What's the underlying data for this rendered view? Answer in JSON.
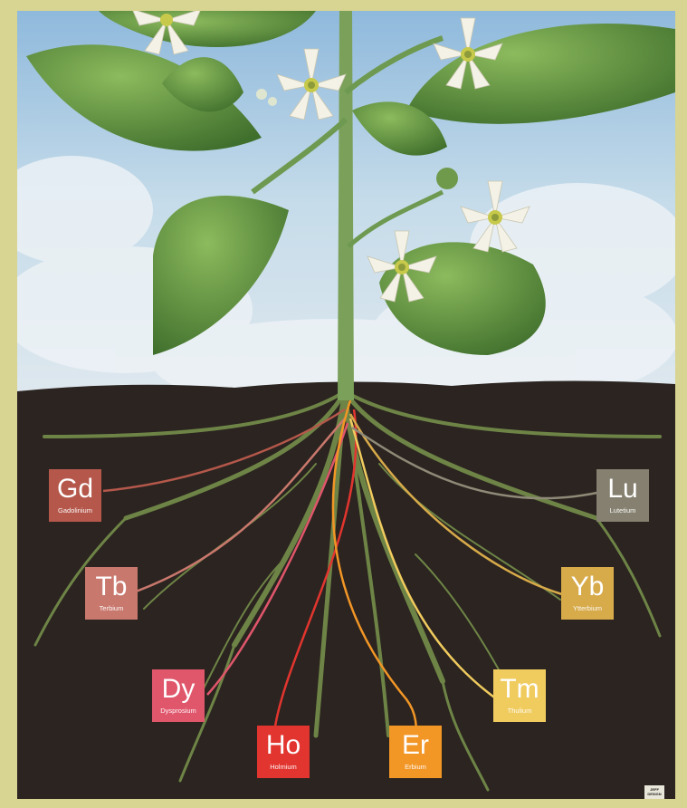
{
  "elements": [
    {
      "id": "gd",
      "symbol": "Gd",
      "name": "Gadolinium",
      "color": "#b5584b"
    },
    {
      "id": "tb",
      "symbol": "Tb",
      "name": "Terbium",
      "color": "#c9786d"
    },
    {
      "id": "dy",
      "symbol": "Dy",
      "name": "Dysprosium",
      "color": "#e0566b"
    },
    {
      "id": "ho",
      "symbol": "Ho",
      "name": "Holmium",
      "color": "#e2352f"
    },
    {
      "id": "er",
      "symbol": "Er",
      "name": "Erbium",
      "color": "#f29626"
    },
    {
      "id": "tm",
      "symbol": "Tm",
      "name": "Thulium",
      "color": "#f0cb5e"
    },
    {
      "id": "yb",
      "symbol": "Yb",
      "name": "Ytterbium",
      "color": "#d7aa4a"
    },
    {
      "id": "lu",
      "symbol": "Lu",
      "name": "Lutetium",
      "color": "#85806f"
    }
  ],
  "logo": {
    "label": "JEFF DESIGN"
  },
  "colors": {
    "border": "#d8d491",
    "soil": "#2b2420",
    "sky": "#b9d3e6",
    "leaf": "#5f8f3f",
    "stem": "#7aa05a"
  },
  "icons": [
    "flower-icon",
    "leaf-icon",
    "root-icon"
  ]
}
